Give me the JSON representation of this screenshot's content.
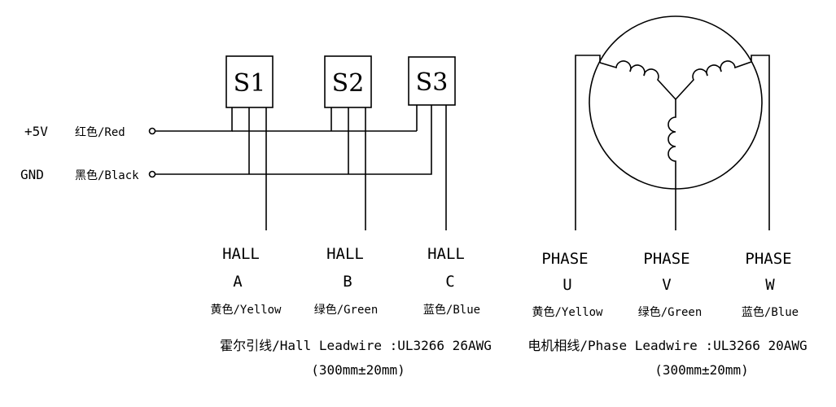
{
  "supply": {
    "vcc": {
      "name": "+5V",
      "color": "红色/Red"
    },
    "gnd": {
      "name": "GND",
      "color": "黑色/Black"
    }
  },
  "sensors": [
    {
      "label": "S1"
    },
    {
      "label": "S2"
    },
    {
      "label": "S3"
    }
  ],
  "hall": [
    {
      "line1": "HALL",
      "line2": "A",
      "color": "黄色/Yellow"
    },
    {
      "line1": "HALL",
      "line2": "B",
      "color": "绿色/Green"
    },
    {
      "line1": "HALL",
      "line2": "C",
      "color": "蓝色/Blue"
    }
  ],
  "hall_spec": {
    "line1": "霍尔引线/Hall Leadwire :UL3266 26AWG",
    "line2": "(300mm±20mm)"
  },
  "phase": [
    {
      "line1": "PHASE",
      "line2": "U",
      "color": "黄色/Yellow"
    },
    {
      "line1": "PHASE",
      "line2": "V",
      "color": "绿色/Green"
    },
    {
      "line1": "PHASE",
      "line2": "W",
      "color": "蓝色/Blue"
    }
  ],
  "phase_spec": {
    "line1": "电机相线/Phase Leadwire :UL3266 20AWG",
    "line2": "(300mm±20mm)"
  },
  "colors": {
    "ink": "#000000",
    "background": "#ffffff"
  }
}
